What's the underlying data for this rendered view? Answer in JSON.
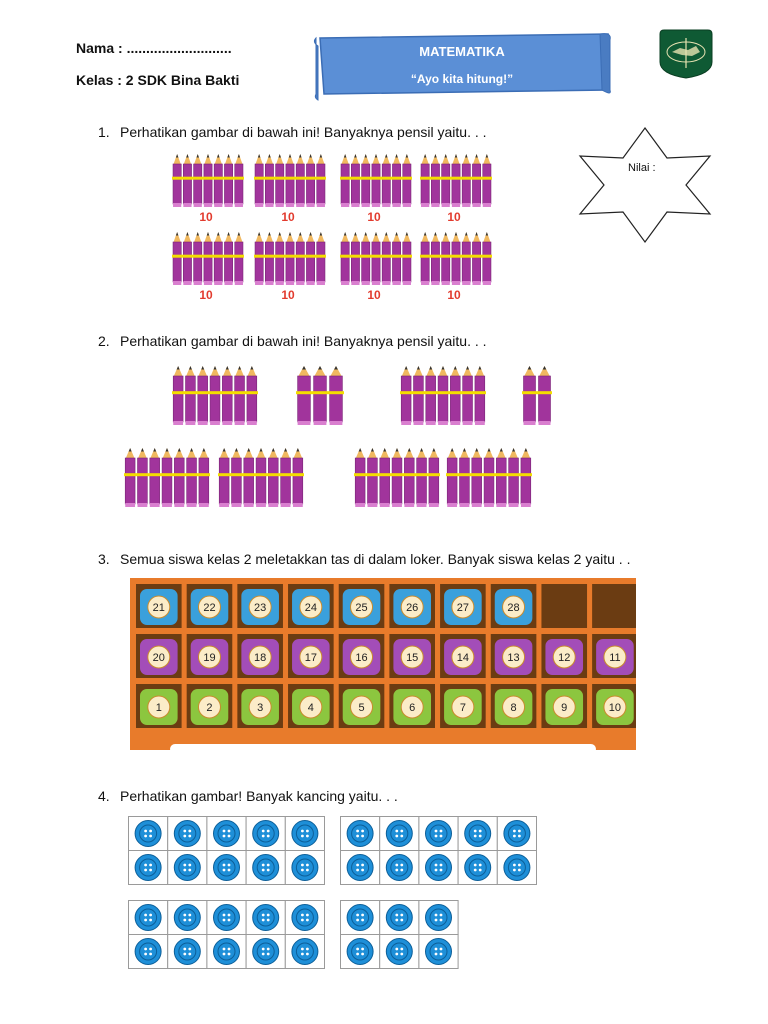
{
  "header": {
    "name_label": "Nama : ...........................",
    "class_label": "Kelas : 2 SDK Bina Bakti",
    "subject": "MATEMATIKA",
    "motto": "“Ayo kita hitung!”",
    "logo_name": "school-logo",
    "score_label": "Nilai :"
  },
  "questions": [
    {
      "number": "1.",
      "text": "Perhatikan gambar di bawah ini! Banyaknya pensil yaitu. . ."
    },
    {
      "number": "2.",
      "text": "Perhatikan gambar di bawah ini! Banyaknya pensil yaitu. . ."
    },
    {
      "number": "3.",
      "text": "Semua siswa kelas 2 meletakkan tas di dalam loker. Banyak siswa kelas 2 yaitu . ."
    },
    {
      "number": "4.",
      "text": "Perhatikan gambar! Banyak kancing yaitu. . ."
    }
  ],
  "q1": {
    "bundle_labels": [
      "10",
      "10",
      "10",
      "10",
      "10",
      "10",
      "10",
      "10"
    ]
  },
  "q3": {
    "rows": [
      {
        "color": "blue",
        "numbers": [
          "21",
          "22",
          "23",
          "24",
          "25",
          "26",
          "27",
          "28",
          "",
          ""
        ]
      },
      {
        "color": "purple",
        "numbers": [
          "20",
          "19",
          "18",
          "17",
          "16",
          "15",
          "14",
          "13",
          "12",
          "11"
        ]
      },
      {
        "color": "green",
        "numbers": [
          "1",
          "2",
          "3",
          "4",
          "5",
          "6",
          "7",
          "8",
          "9",
          "10"
        ]
      }
    ]
  },
  "q4": {
    "frames": [
      {
        "filled": 10
      },
      {
        "filled": 10
      },
      {
        "filled": 10
      },
      {
        "filled": 6
      }
    ]
  },
  "colors": {
    "banner": "#5b8fd6",
    "pencil": "#a1349c",
    "band": "#f4dd00",
    "locker": "#e87b2b",
    "button": "#1e8fd8",
    "label_red": "#e23b2e"
  }
}
